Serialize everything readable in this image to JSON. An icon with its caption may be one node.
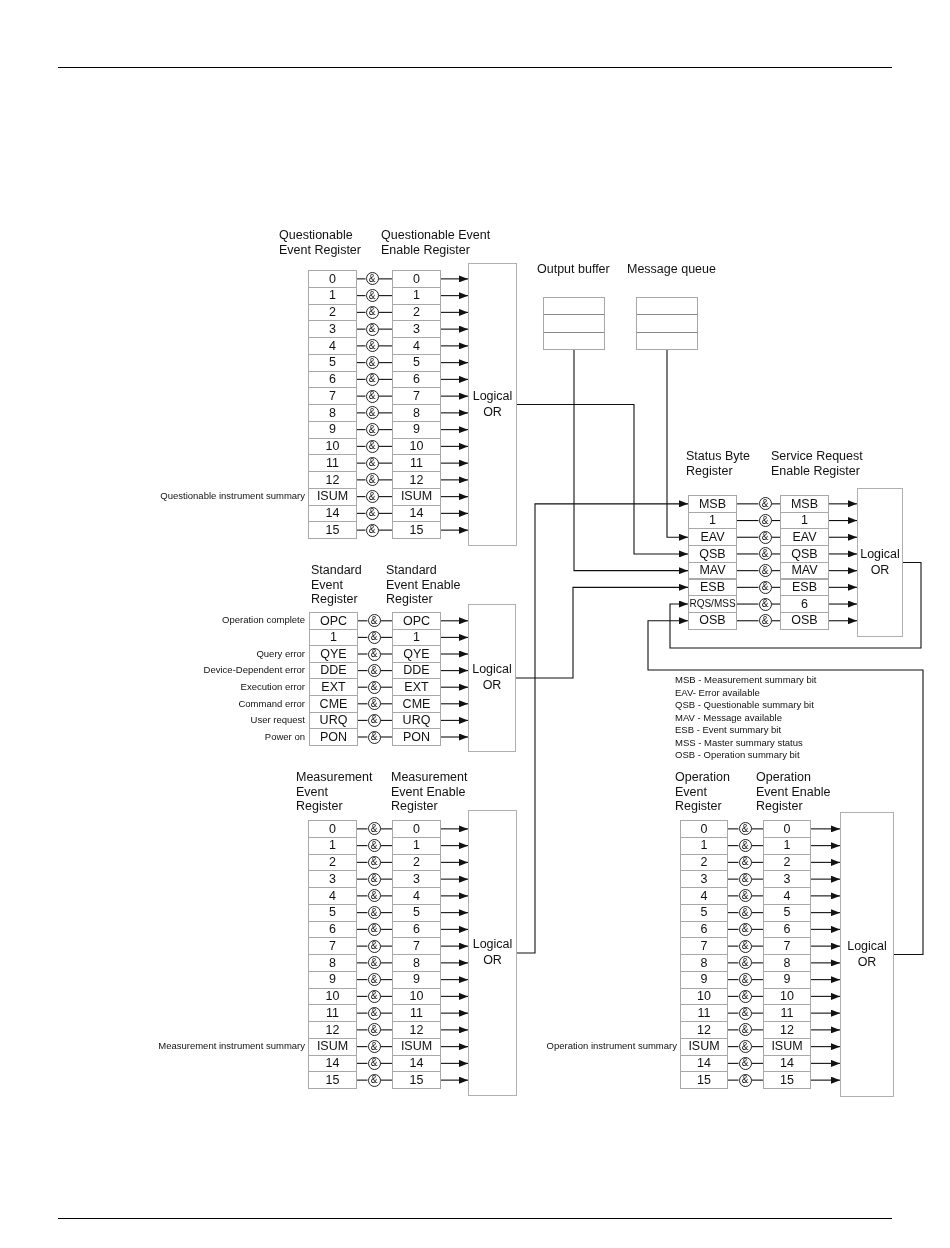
{
  "diagram": {
    "nodes": [
      {
        "text": [
          "0"
        ]
      },
      {
        "text": [
          "&"
        ]
      },
      {
        "text": [
          "0"
        ]
      },
      {
        "text": [
          "1"
        ]
      },
      {
        "text": [
          "&"
        ]
      },
      {
        "text": [
          "1"
        ]
      },
      {
        "text": [
          "2"
        ]
      },
      {
        "text": [
          "&"
        ]
      },
      {
        "text": [
          "2"
        ]
      },
      {
        "text": [
          "3"
        ]
      },
      {
        "text": [
          "&"
        ]
      },
      {
        "text": [
          "3"
        ]
      },
      {
        "text": [
          "4"
        ]
      },
      {
        "text": [
          "&"
        ]
      },
      {
        "text": [
          "4"
        ]
      },
      {
        "text": [
          "5"
        ]
      },
      {
        "text": [
          "&"
        ]
      },
      {
        "text": [
          "5"
        ]
      },
      {
        "text": [
          "6"
        ]
      },
      {
        "text": [
          "&"
        ]
      },
      {
        "text": [
          "6"
        ]
      },
      {
        "text": [
          "7"
        ]
      },
      {
        "text": [
          "&"
        ]
      },
      {
        "text": [
          "7"
        ]
      },
      {
        "text": [
          "8"
        ]
      },
      {
        "text": [
          "&"
        ]
      },
      {
        "text": [
          "8"
        ]
      },
      {
        "text": [
          "9"
        ]
      },
      {
        "text": [
          "&"
        ]
      },
      {
        "text": [
          "9"
        ]
      },
      {
        "text": [
          "10"
        ]
      },
      {
        "text": [
          "&"
        ]
      },
      {
        "text": [
          "10"
        ]
      },
      {
        "text": [
          "11"
        ]
      },
      {
        "text": [
          "&"
        ]
      },
      {
        "text": [
          "11"
        ]
      },
      {
        "text": [
          "12"
        ]
      },
      {
        "text": [
          "&"
        ]
      },
      {
        "text": [
          "12"
        ]
      },
      {
        "text": [
          "ISUM"
        ]
      },
      {
        "text": [
          "&"
        ]
      },
      {
        "text": [
          "ISUM"
        ]
      },
      {
        "text": [
          "14"
        ]
      },
      {
        "text": [
          "&"
        ]
      },
      {
        "text": [
          "14"
        ]
      },
      {
        "text": [
          "15"
        ]
      },
      {
        "text": [
          "&"
        ]
      },
      {
        "text": [
          "15"
        ]
      },
      {
        "text": [
          "Logical OR"
        ]
      },
      {
        "text": [
          "Output buffer"
        ]
      },
      {
        "text": [
          "Message queue"
        ]
      },
      {
        "text": [
          "MSB"
        ]
      },
      {
        "text": [
          "&"
        ]
      },
      {
        "text": [
          "MSB"
        ]
      },
      {
        "text": [
          "1"
        ]
      },
      {
        "text": [
          "&"
        ]
      },
      {
        "text": [
          "1"
        ]
      },
      {
        "text": [
          "EAV"
        ]
      },
      {
        "text": [
          "&"
        ]
      },
      {
        "text": [
          "EAV"
        ]
      },
      {
        "text": [
          "QSB"
        ]
      },
      {
        "text": [
          "&"
        ]
      },
      {
        "text": [
          "QSB"
        ]
      },
      {
        "text": [
          "MAV"
        ]
      },
      {
        "text": [
          "&"
        ]
      },
      {
        "text": [
          "MAV"
        ]
      },
      {
        "text": [
          "ESB"
        ]
      },
      {
        "text": [
          "&"
        ]
      },
      {
        "text": [
          "ESB"
        ]
      },
      {
        "text": [
          "RQS/MSS"
        ]
      },
      {
        "text": [
          "&"
        ]
      },
      {
        "text": [
          "6"
        ]
      },
      {
        "text": [
          "OSB"
        ]
      },
      {
        "text": [
          "&"
        ]
      },
      {
        "text": [
          "OSB"
        ]
      },
      {
        "text": [
          "Logical OR"
        ]
      },
      {
        "text": [
          "OPC"
        ]
      },
      {
        "text": [
          "&"
        ]
      },
      {
        "text": [
          "OPC"
        ]
      },
      {
        "text": [
          "1"
        ]
      },
      {
        "text": [
          "&"
        ]
      },
      {
        "text": [
          "1"
        ]
      },
      {
        "text": [
          "QYE"
        ]
      },
      {
        "text": [
          "&"
        ]
      },
      {
        "text": [
          "QYE"
        ]
      },
      {
        "text": [
          "DDE"
        ]
      },
      {
        "text": [
          "&"
        ]
      },
      {
        "text": [
          "DDE"
        ]
      },
      {
        "text": [
          "EXT"
        ]
      },
      {
        "text": [
          "&"
        ]
      },
      {
        "text": [
          "EXT"
        ]
      },
      {
        "text": [
          "CME"
        ]
      },
      {
        "text": [
          "&"
        ]
      },
      {
        "text": [
          "CME"
        ]
      },
      {
        "text": [
          "URQ"
        ]
      },
      {
        "text": [
          "&"
        ]
      },
      {
        "text": [
          "URQ"
        ]
      },
      {
        "text": [
          "PON"
        ]
      },
      {
        "text": [
          "&"
        ]
      },
      {
        "text": [
          "PON"
        ]
      },
      {
        "text": [
          "Logical OR"
        ]
      },
      {
        "text": [
          "0"
        ]
      },
      {
        "text": [
          "&"
        ]
      },
      {
        "text": [
          "0"
        ]
      },
      {
        "text": [
          "1"
        ]
      },
      {
        "text": [
          "&"
        ]
      },
      {
        "text": [
          "1"
        ]
      },
      {
        "text": [
          "2"
        ]
      },
      {
        "text": [
          "&"
        ]
      },
      {
        "text": [
          "2"
        ]
      },
      {
        "text": [
          "3"
        ]
      },
      {
        "text": [
          "&"
        ]
      },
      {
        "text": [
          "3"
        ]
      },
      {
        "text": [
          "4"
        ]
      },
      {
        "text": [
          "&"
        ]
      },
      {
        "text": [
          "4"
        ]
      },
      {
        "text": [
          "5"
        ]
      },
      {
        "text": [
          "&"
        ]
      },
      {
        "text": [
          "5"
        ]
      },
      {
        "text": [
          "6"
        ]
      },
      {
        "text": [
          "&"
        ]
      },
      {
        "text": [
          "6"
        ]
      },
      {
        "text": [
          "7"
        ]
      },
      {
        "text": [
          "&"
        ]
      },
      {
        "text": [
          "7"
        ]
      },
      {
        "text": [
          "8"
        ]
      },
      {
        "text": [
          "&"
        ]
      },
      {
        "text": [
          "8"
        ]
      },
      {
        "text": [
          "9"
        ]
      },
      {
        "text": [
          "&"
        ]
      },
      {
        "text": [
          "9"
        ]
      },
      {
        "text": [
          "10"
        ]
      },
      {
        "text": [
          "&"
        ]
      },
      {
        "text": [
          "10"
        ]
      },
      {
        "text": [
          "11"
        ]
      },
      {
        "text": [
          "&"
        ]
      },
      {
        "text": [
          "11"
        ]
      },
      {
        "text": [
          "12"
        ]
      },
      {
        "text": [
          "&"
        ]
      },
      {
        "text": [
          "12"
        ]
      },
      {
        "text": [
          "ISUM"
        ]
      },
      {
        "text": [
          "&"
        ]
      },
      {
        "text": [
          "ISUM"
        ]
      },
      {
        "text": [
          "14"
        ]
      },
      {
        "text": [
          "&"
        ]
      },
      {
        "text": [
          "14"
        ]
      },
      {
        "text": [
          "15"
        ]
      },
      {
        "text": [
          "&"
        ]
      },
      {
        "text": [
          "15"
        ]
      },
      {
        "text": [
          "Logical OR"
        ]
      },
      {
        "text": [
          "0"
        ]
      },
      {
        "text": [
          "&"
        ]
      },
      {
        "text": [
          "0"
        ]
      },
      {
        "text": [
          "1"
        ]
      },
      {
        "text": [
          "&"
        ]
      },
      {
        "text": [
          "1"
        ]
      },
      {
        "text": [
          "2"
        ]
      },
      {
        "text": [
          "&"
        ]
      },
      {
        "text": [
          "2"
        ]
      },
      {
        "text": [
          "3"
        ]
      },
      {
        "text": [
          "&"
        ]
      },
      {
        "text": [
          "3"
        ]
      },
      {
        "text": [
          "4"
        ]
      },
      {
        "text": [
          "&"
        ]
      },
      {
        "text": [
          "4"
        ]
      },
      {
        "text": [
          "5"
        ]
      },
      {
        "text": [
          "&"
        ]
      },
      {
        "text": [
          "5"
        ]
      },
      {
        "text": [
          "6"
        ]
      },
      {
        "text": [
          "&"
        ]
      },
      {
        "text": [
          "6"
        ]
      },
      {
        "text": [
          "7"
        ]
      },
      {
        "text": [
          "&"
        ]
      },
      {
        "text": [
          "7"
        ]
      },
      {
        "text": [
          "8"
        ]
      },
      {
        "text": [
          "&"
        ]
      },
      {
        "text": [
          "8"
        ]
      },
      {
        "text": [
          "9"
        ]
      },
      {
        "text": [
          "&"
        ]
      },
      {
        "text": [
          "9"
        ]
      },
      {
        "text": [
          "10"
        ]
      },
      {
        "text": [
          "&"
        ]
      },
      {
        "text": [
          "10"
        ]
      },
      {
        "text": [
          "11"
        ]
      },
      {
        "text": [
          "&"
        ]
      },
      {
        "text": [
          "11"
        ]
      },
      {
        "text": [
          "12"
        ]
      },
      {
        "text": [
          "&"
        ]
      },
      {
        "text": [
          "12"
        ]
      },
      {
        "text": [
          "ISUM"
        ]
      },
      {
        "text": [
          "&"
        ]
      },
      {
        "text": [
          "ISUM"
        ]
      },
      {
        "text": [
          "14"
        ]
      },
      {
        "text": [
          "&"
        ]
      },
      {
        "text": [
          "14"
        ]
      },
      {
        "text": [
          "15"
        ]
      },
      {
        "text": [
          "&"
        ]
      },
      {
        "text": [
          "15"
        ]
      },
      {
        "text": [
          "Logical OR"
        ]
      }
    ],
    "edges": [
      {
        "from": 0,
        "to": 1,
        "arrow": "none"
      },
      {
        "from": 1,
        "to": 2,
        "arrow": "none"
      },
      {
        "from": 2,
        "to": 48,
        "arrow": "to"
      },
      {
        "from": 3,
        "to": 4,
        "arrow": "none"
      },
      {
        "from": 4,
        "to": 5,
        "arrow": "none"
      },
      {
        "from": 5,
        "to": 48,
        "arrow": "to"
      },
      {
        "from": 6,
        "to": 7,
        "arrow": "none"
      },
      {
        "from": 7,
        "to": 8,
        "arrow": "none"
      },
      {
        "from": 8,
        "to": 48,
        "arrow": "to"
      },
      {
        "from": 9,
        "to": 10,
        "arrow": "none"
      },
      {
        "from": 10,
        "to": 11,
        "arrow": "none"
      },
      {
        "from": 11,
        "to": 48,
        "arrow": "to"
      },
      {
        "from": 12,
        "to": 13,
        "arrow": "none"
      },
      {
        "from": 13,
        "to": 14,
        "arrow": "none"
      },
      {
        "from": 14,
        "to": 48,
        "arrow": "to"
      },
      {
        "from": 15,
        "to": 16,
        "arrow": "none"
      },
      {
        "from": 16,
        "to": 17,
        "arrow": "none"
      },
      {
        "from": 17,
        "to": 48,
        "arrow": "to"
      },
      {
        "from": 18,
        "to": 19,
        "arrow": "none"
      },
      {
        "from": 19,
        "to": 20,
        "arrow": "none"
      },
      {
        "from": 20,
        "to": 48,
        "arrow": "to"
      },
      {
        "from": 21,
        "to": 22,
        "arrow": "none"
      },
      {
        "from": 22,
        "to": 23,
        "arrow": "none"
      },
      {
        "from": 23,
        "to": 48,
        "arrow": "to"
      },
      {
        "from": 24,
        "to": 25,
        "arrow": "none"
      },
      {
        "from": 25,
        "to": 26,
        "arrow": "none"
      },
      {
        "from": 26,
        "to": 48,
        "arrow": "to"
      },
      {
        "from": 27,
        "to": 28,
        "arrow": "none"
      },
      {
        "from": 28,
        "to": 29,
        "arrow": "none"
      },
      {
        "from": 29,
        "to": 48,
        "arrow": "to"
      },
      {
        "from": 30,
        "to": 31,
        "arrow": "none"
      },
      {
        "from": 31,
        "to": 32,
        "arrow": "none"
      },
      {
        "from": 32,
        "to": 48,
        "arrow": "to"
      },
      {
        "from": 33,
        "to": 34,
        "arrow": "none"
      },
      {
        "from": 34,
        "to": 35,
        "arrow": "none"
      },
      {
        "from": 35,
        "to": 48,
        "arrow": "to"
      },
      {
        "from": 36,
        "to": 37,
        "arrow": "none"
      },
      {
        "from": 37,
        "to": 38,
        "arrow": "none"
      },
      {
        "from": 38,
        "to": 48,
        "arrow": "to"
      },
      {
        "from": 39,
        "to": 40,
        "arrow": "none"
      },
      {
        "from": 40,
        "to": 41,
        "arrow": "none"
      },
      {
        "from": 41,
        "to": 48,
        "arrow": "to"
      },
      {
        "from": 42,
        "to": 43,
        "arrow": "none"
      },
      {
        "from": 43,
        "to": 44,
        "arrow": "none"
      },
      {
        "from": 44,
        "to": 48,
        "arrow": "to"
      },
      {
        "from": 45,
        "to": 46,
        "arrow": "none"
      },
      {
        "from": 46,
        "to": 47,
        "arrow": "none"
      },
      {
        "from": 47,
        "to": 48,
        "arrow": "to"
      },
      {
        "from": 51,
        "to": 52,
        "arrow": "none"
      },
      {
        "from": 52,
        "to": 53,
        "arrow": "none"
      },
      {
        "from": 53,
        "to": 75,
        "arrow": "to"
      },
      {
        "from": 54,
        "to": 55,
        "arrow": "none"
      },
      {
        "from": 55,
        "to": 56,
        "arrow": "none"
      },
      {
        "from": 56,
        "to": 75,
        "arrow": "to"
      },
      {
        "from": 57,
        "to": 58,
        "arrow": "none"
      },
      {
        "from": 58,
        "to": 59,
        "arrow": "none"
      },
      {
        "from": 59,
        "to": 75,
        "arrow": "to"
      },
      {
        "from": 60,
        "to": 61,
        "arrow": "none"
      },
      {
        "from": 61,
        "to": 62,
        "arrow": "none"
      },
      {
        "from": 62,
        "to": 75,
        "arrow": "to"
      },
      {
        "from": 63,
        "to": 64,
        "arrow": "none"
      },
      {
        "from": 64,
        "to": 65,
        "arrow": "none"
      },
      {
        "from": 65,
        "to": 75,
        "arrow": "to"
      },
      {
        "from": 66,
        "to": 67,
        "arrow": "none"
      },
      {
        "from": 67,
        "to": 68,
        "arrow": "none"
      },
      {
        "from": 68,
        "to": 75,
        "arrow": "to"
      },
      {
        "from": 69,
        "to": 70,
        "arrow": "none"
      },
      {
        "from": 70,
        "to": 71,
        "arrow": "none"
      },
      {
        "from": 71,
        "to": 75,
        "arrow": "to"
      },
      {
        "from": 72,
        "to": 73,
        "arrow": "none"
      },
      {
        "from": 73,
        "to": 74,
        "arrow": "none"
      },
      {
        "from": 74,
        "to": 75,
        "arrow": "to"
      },
      {
        "from": 76,
        "to": 77,
        "arrow": "none"
      },
      {
        "from": 77,
        "to": 78,
        "arrow": "none"
      },
      {
        "from": 78,
        "to": 100,
        "arrow": "to"
      },
      {
        "from": 79,
        "to": 80,
        "arrow": "none"
      },
      {
        "from": 80,
        "to": 81,
        "arrow": "none"
      },
      {
        "from": 81,
        "to": 100,
        "arrow": "to"
      },
      {
        "from": 82,
        "to": 83,
        "arrow": "none"
      },
      {
        "from": 83,
        "to": 84,
        "arrow": "none"
      },
      {
        "from": 84,
        "to": 100,
        "arrow": "to"
      },
      {
        "from": 85,
        "to": 86,
        "arrow": "none"
      },
      {
        "from": 86,
        "to": 87,
        "arrow": "none"
      },
      {
        "from": 87,
        "to": 100,
        "arrow": "to"
      },
      {
        "from": 88,
        "to": 89,
        "arrow": "none"
      },
      {
        "from": 89,
        "to": 90,
        "arrow": "none"
      },
      {
        "from": 90,
        "to": 100,
        "arrow": "to"
      },
      {
        "from": 91,
        "to": 92,
        "arrow": "none"
      },
      {
        "from": 92,
        "to": 93,
        "arrow": "none"
      },
      {
        "from": 93,
        "to": 100,
        "arrow": "to"
      },
      {
        "from": 94,
        "to": 95,
        "arrow": "none"
      },
      {
        "from": 95,
        "to": 96,
        "arrow": "none"
      },
      {
        "from": 96,
        "to": 100,
        "arrow": "to"
      },
      {
        "from": 97,
        "to": 98,
        "arrow": "none"
      },
      {
        "from": 98,
        "to": 99,
        "arrow": "none"
      },
      {
        "from": 99,
        "to": 100,
        "arrow": "to"
      },
      {
        "from": 101,
        "to": 102,
        "arrow": "none"
      },
      {
        "from": 102,
        "to": 103,
        "arrow": "none"
      },
      {
        "from": 103,
        "to": 149,
        "arrow": "to"
      },
      {
        "from": 104,
        "to": 105,
        "arrow": "none"
      },
      {
        "from": 105,
        "to": 106,
        "arrow": "none"
      },
      {
        "from": 106,
        "to": 149,
        "arrow": "to"
      },
      {
        "from": 107,
        "to": 108,
        "arrow": "none"
      },
      {
        "from": 108,
        "to": 109,
        "arrow": "none"
      },
      {
        "from": 109,
        "to": 149,
        "arrow": "to"
      },
      {
        "from": 110,
        "to": 111,
        "arrow": "none"
      },
      {
        "from": 111,
        "to": 112,
        "arrow": "none"
      },
      {
        "from": 112,
        "to": 149,
        "arrow": "to"
      },
      {
        "from": 113,
        "to": 114,
        "arrow": "none"
      },
      {
        "from": 114,
        "to": 115,
        "arrow": "none"
      },
      {
        "from": 115,
        "to": 149,
        "arrow": "to"
      },
      {
        "from": 116,
        "to": 117,
        "arrow": "none"
      },
      {
        "from": 117,
        "to": 118,
        "arrow": "none"
      },
      {
        "from": 118,
        "to": 149,
        "arrow": "to"
      },
      {
        "from": 119,
        "to": 120,
        "arrow": "none"
      },
      {
        "from": 120,
        "to": 121,
        "arrow": "none"
      },
      {
        "from": 121,
        "to": 149,
        "arrow": "to"
      },
      {
        "from": 122,
        "to": 123,
        "arrow": "none"
      },
      {
        "from": 123,
        "to": 124,
        "arrow": "none"
      },
      {
        "from": 124,
        "to": 149,
        "arrow": "to"
      },
      {
        "from": 125,
        "to": 126,
        "arrow": "none"
      },
      {
        "from": 126,
        "to": 127,
        "arrow": "none"
      },
      {
        "from": 127,
        "to": 149,
        "arrow": "to"
      },
      {
        "from": 128,
        "to": 129,
        "arrow": "none"
      },
      {
        "from": 129,
        "to": 130,
        "arrow": "none"
      },
      {
        "from": 130,
        "to": 149,
        "arrow": "to"
      },
      {
        "from": 131,
        "to": 132,
        "arrow": "none"
      },
      {
        "from": 132,
        "to": 133,
        "arrow": "none"
      },
      {
        "from": 133,
        "to": 149,
        "arrow": "to"
      },
      {
        "from": 134,
        "to": 135,
        "arrow": "none"
      },
      {
        "from": 135,
        "to": 136,
        "arrow": "none"
      },
      {
        "from": 136,
        "to": 149,
        "arrow": "to"
      },
      {
        "from": 137,
        "to": 138,
        "arrow": "none"
      },
      {
        "from": 138,
        "to": 139,
        "arrow": "none"
      },
      {
        "from": 139,
        "to": 149,
        "arrow": "to"
      },
      {
        "from": 140,
        "to": 141,
        "arrow": "none"
      },
      {
        "from": 141,
        "to": 142,
        "arrow": "none"
      },
      {
        "from": 142,
        "to": 149,
        "arrow": "to"
      },
      {
        "from": 143,
        "to": 144,
        "arrow": "none"
      },
      {
        "from": 144,
        "to": 145,
        "arrow": "none"
      },
      {
        "from": 145,
        "to": 149,
        "arrow": "to"
      },
      {
        "from": 146,
        "to": 147,
        "arrow": "none"
      },
      {
        "from": 147,
        "to": 148,
        "arrow": "none"
      },
      {
        "from": 148,
        "to": 149,
        "arrow": "to"
      },
      {
        "from": 150,
        "to": 151,
        "arrow": "none"
      },
      {
        "from": 151,
        "to": 152,
        "arrow": "none"
      },
      {
        "from": 152,
        "to": 198,
        "arrow": "to"
      },
      {
        "from": 153,
        "to": 154,
        "arrow": "none"
      },
      {
        "from": 154,
        "to": 155,
        "arrow": "none"
      },
      {
        "from": 155,
        "to": 198,
        "arrow": "to"
      },
      {
        "from": 156,
        "to": 157,
        "arrow": "none"
      },
      {
        "from": 157,
        "to": 158,
        "arrow": "none"
      },
      {
        "from": 158,
        "to": 198,
        "arrow": "to"
      },
      {
        "from": 159,
        "to": 160,
        "arrow": "none"
      },
      {
        "from": 160,
        "to": 161,
        "arrow": "none"
      },
      {
        "from": 161,
        "to": 198,
        "arrow": "to"
      },
      {
        "from": 162,
        "to": 163,
        "arrow": "none"
      },
      {
        "from": 163,
        "to": 164,
        "arrow": "none"
      },
      {
        "from": 164,
        "to": 198,
        "arrow": "to"
      },
      {
        "from": 165,
        "to": 166,
        "arrow": "none"
      },
      {
        "from": 166,
        "to": 167,
        "arrow": "none"
      },
      {
        "from": 167,
        "to": 198,
        "arrow": "to"
      },
      {
        "from": 168,
        "to": 169,
        "arrow": "none"
      },
      {
        "from": 169,
        "to": 170,
        "arrow": "none"
      },
      {
        "from": 170,
        "to": 198,
        "arrow": "to"
      },
      {
        "from": 171,
        "to": 172,
        "arrow": "none"
      },
      {
        "from": 172,
        "to": 173,
        "arrow": "none"
      },
      {
        "from": 173,
        "to": 198,
        "arrow": "to"
      },
      {
        "from": 174,
        "to": 175,
        "arrow": "none"
      },
      {
        "from": 175,
        "to": 176,
        "arrow": "none"
      },
      {
        "from": 176,
        "to": 198,
        "arrow": "to"
      },
      {
        "from": 177,
        "to": 178,
        "arrow": "none"
      },
      {
        "from": 178,
        "to": 179,
        "arrow": "none"
      },
      {
        "from": 179,
        "to": 198,
        "arrow": "to"
      },
      {
        "from": 180,
        "to": 181,
        "arrow": "none"
      },
      {
        "from": 181,
        "to": 182,
        "arrow": "none"
      },
      {
        "from": 182,
        "to": 198,
        "arrow": "to"
      },
      {
        "from": 183,
        "to": 184,
        "arrow": "none"
      },
      {
        "from": 184,
        "to": 185,
        "arrow": "none"
      },
      {
        "from": 185,
        "to": 198,
        "arrow": "to"
      },
      {
        "from": 186,
        "to": 187,
        "arrow": "none"
      },
      {
        "from": 187,
        "to": 188,
        "arrow": "none"
      },
      {
        "from": 188,
        "to": 198,
        "arrow": "to"
      },
      {
        "from": 189,
        "to": 190,
        "arrow": "none"
      },
      {
        "from": 190,
        "to": 191,
        "arrow": "none"
      },
      {
        "from": 191,
        "to": 198,
        "arrow": "to"
      },
      {
        "from": 192,
        "to": 193,
        "arrow": "none"
      },
      {
        "from": 193,
        "to": 194,
        "arrow": "none"
      },
      {
        "from": 194,
        "to": 198,
        "arrow": "to"
      },
      {
        "from": 195,
        "to": 196,
        "arrow": "none"
      },
      {
        "from": 196,
        "to": 197,
        "arrow": "none"
      },
      {
        "from": 197,
        "to": 198,
        "arrow": "to"
      },
      {
        "from": 48,
        "to": 60,
        "arrow": "to"
      },
      {
        "from": 49,
        "to": 63,
        "arrow": "to"
      },
      {
        "from": 50,
        "to": 57,
        "arrow": "to"
      },
      {
        "from": 100,
        "to": 66,
        "arrow": "to"
      },
      {
        "from": 149,
        "to": 51,
        "arrow": "to"
      },
      {
        "from": 75,
        "to": 69,
        "arrow": "to"
      },
      {
        "from": 198,
        "to": 72,
        "arrow": "to"
      }
    ],
    "labels": [
      "Questionable Event Register",
      "Questionable Event Enable Register",
      "Status Byte Register",
      "Service Request Enable Register",
      "Questionable instrument summary",
      "Standard Event Register",
      "Standard Event Enable Register",
      "Operation complete",
      "Query error",
      "Device-Dependent error",
      "Execution error",
      "Command error",
      "User request",
      "Power on",
      "MSB - Measurement summary bit",
      "EAV- Error available",
      "QSB - Questionable summary bit",
      "MAV - Message available",
      "ESB - Event summary bit",
      "MSS - Master summary status",
      "OSB - Operation summary bit",
      "Measurement Event Register",
      "Measurement Event Enable Register",
      "Operation Event Register",
      "Operation Event Enable Register",
      "Measurement instrument summary",
      "Operation instrument summary"
    ]
  }
}
